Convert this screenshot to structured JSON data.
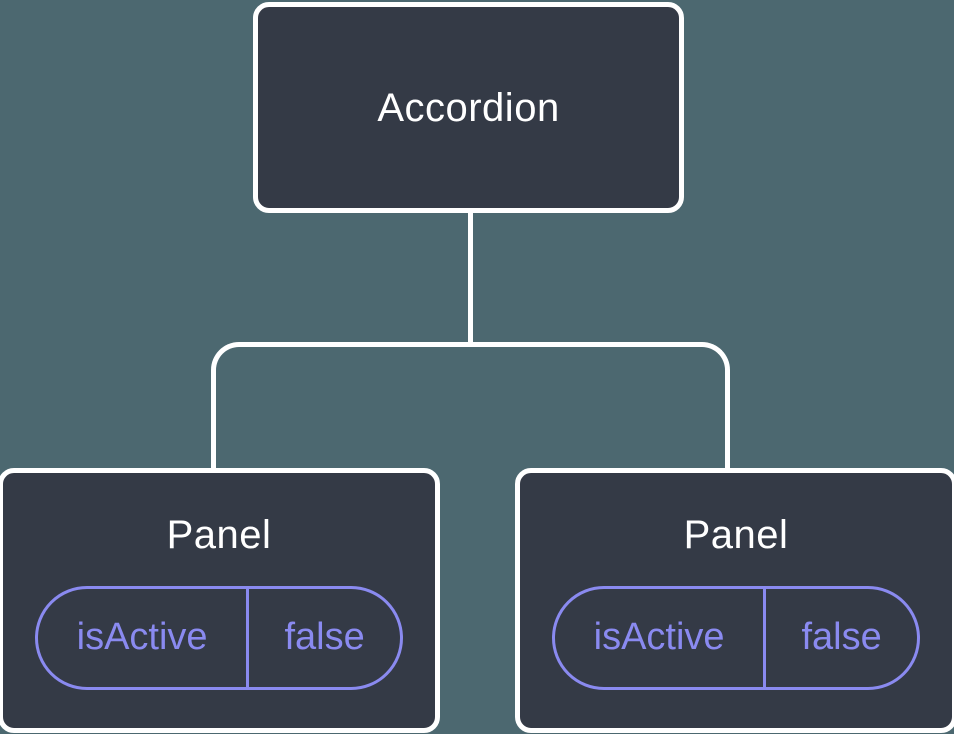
{
  "diagram": {
    "root": {
      "label": "Accordion"
    },
    "panels": [
      {
        "title": "Panel",
        "prop_name": "isActive",
        "prop_value": "false"
      },
      {
        "title": "Panel",
        "prop_name": "isActive",
        "prop_value": "false"
      }
    ]
  },
  "colors": {
    "background": "#4C6870",
    "node_background": "#343A46",
    "node_border": "#FFFFFF",
    "title_text": "#FFFFFF",
    "accent_purple": "#8A8AF0"
  }
}
